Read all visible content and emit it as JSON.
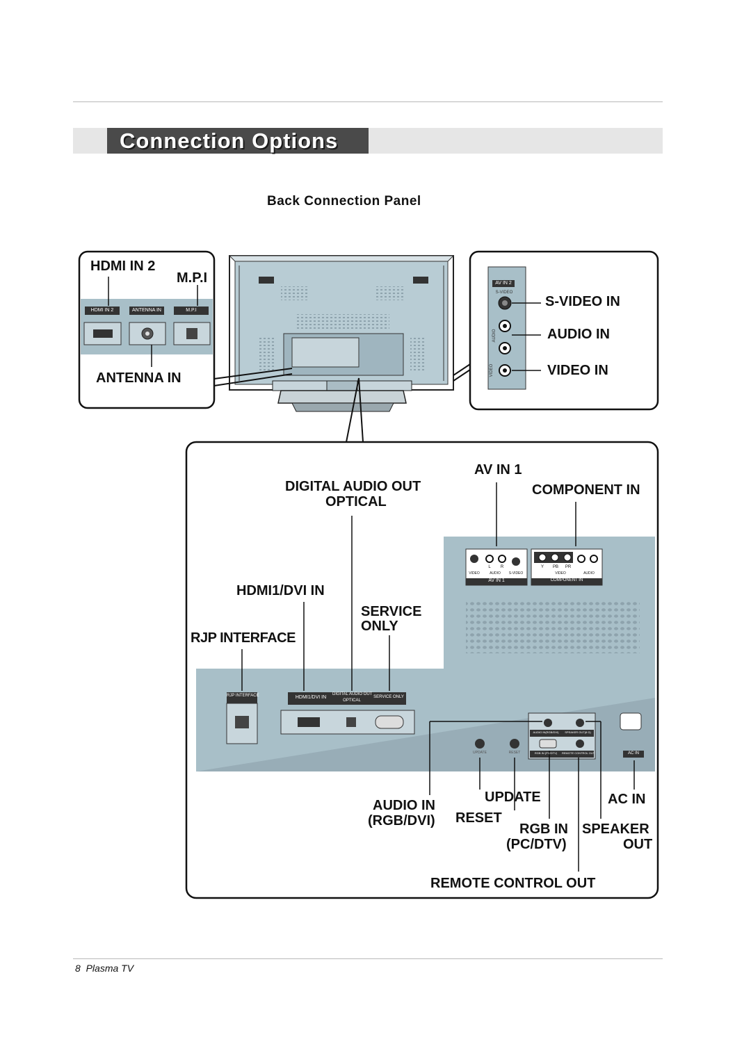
{
  "section_title": "Connection Options",
  "subtitle": "Back Connection Panel",
  "left_callout": {
    "hdmi_in2": "HDMI IN 2",
    "mpi": "M.P.I",
    "antenna_in": "ANTENNA IN",
    "panel_labels": [
      "HDMI IN 2",
      "ANTENNA IN",
      "M.P.I"
    ]
  },
  "right_callout": {
    "panel_header": "AV IN 2",
    "panel_svideo": "S-VIDEO",
    "panel_audio": "AUDIO",
    "panel_video": "VIDEO",
    "svideo_in": "S-VIDEO IN",
    "audio_in": "AUDIO IN",
    "video_in": "VIDEO IN"
  },
  "bottom_callout": {
    "av_in1": "AV IN 1",
    "component_in": "COMPONENT IN",
    "digital_audio_out": "DIGITAL AUDIO OUT",
    "optical": "OPTICAL",
    "hdmi1_dvi_in": "HDMI1/DVI IN",
    "service": "SERVICE",
    "only": "ONLY",
    "rjp_interface": "RJP INTERFACE",
    "audio_in": "AUDIO IN",
    "rgb_dvi": "(RGB/DVI)",
    "update": "UPDATE",
    "reset": "RESET",
    "rgb_in": "RGB IN",
    "pc_dtv": "(PC/DTV)",
    "ac_in": "AC IN",
    "speaker": "SPEAKER",
    "out": "OUT",
    "remote_control_out": "REMOTE CONTROL OUT",
    "panel": {
      "rjp": "RJP INTERFACE",
      "hdmi1": "HDMI1/DVI IN",
      "digital": "DIGITAL AUDIO OUT",
      "optical": "OPTICAL",
      "service": "SERVICE ONLY",
      "av_in1": "AV IN 1",
      "component_in": "COMPONENT IN",
      "video": "VIDEO",
      "audio": "AUDIO",
      "svideo": "S-VIDEO",
      "y": "Y",
      "pb": "PB",
      "pr": "PR",
      "l": "L",
      "r": "R",
      "audio_rgb": "AUDIO IN(RGB/DVI)",
      "speaker_out": "SPEAKER OUT(8 Ω)",
      "rgb_in": "RGB IN (PC/DTV)",
      "remote_out": "REMOTE CONTROL OUT",
      "update": "UPDATE",
      "reset": "RESET",
      "ac_in": "AC IN"
    }
  },
  "footer": {
    "page_number": "8",
    "label": "Plasma TV"
  },
  "colors": {
    "panel_blue": "#a8bfc8",
    "title_dark": "#4a4a4a",
    "title_light": "#e6e6e6"
  }
}
